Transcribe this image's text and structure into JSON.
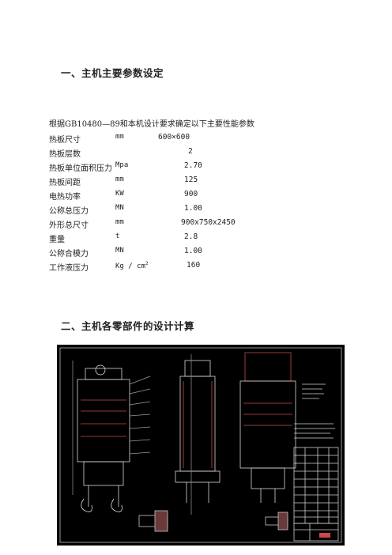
{
  "section1": {
    "title": "一、主机主要参数设定"
  },
  "intro": "根据GB10480—89和本机设计要求确定以下主要性能参数",
  "params": [
    {
      "name": "热板尺寸",
      "unit": "mm",
      "value": "600×600"
    },
    {
      "name": "热板层数",
      "unit": "",
      "value": "2"
    },
    {
      "name": "热板单位面积压力",
      "unit": "Mpa",
      "value": "2.70"
    },
    {
      "name": "热板间距",
      "unit": "mm",
      "value": "125"
    },
    {
      "name": "电热功率",
      "unit": "KW",
      "value": "900"
    },
    {
      "name": "公称总压力",
      "unit": "MN",
      "value": "1.00"
    },
    {
      "name": "外形总尺寸",
      "unit": "mm",
      "value": "900x750x2450"
    },
    {
      "name": "重量",
      "unit": "t",
      "value": "2.8"
    },
    {
      "name": "公称合模力",
      "unit": "MN",
      "value": "1.00"
    },
    {
      "name": "工作液压力",
      "unit": "Kg / cm",
      "unit_sup": "2",
      "value": "160"
    }
  ],
  "section2": {
    "title": "二、主机各零部件的设计计算"
  }
}
